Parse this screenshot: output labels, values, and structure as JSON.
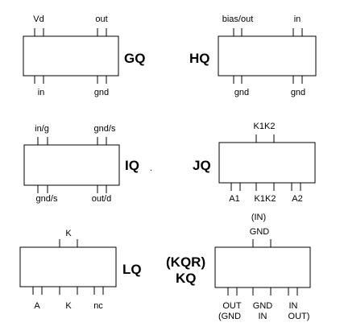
{
  "packages": [
    {
      "id": "gq",
      "name": "GQ",
      "top_labels": [
        "Vd",
        "out"
      ],
      "bottom_labels": [
        "in",
        "gnd"
      ]
    },
    {
      "id": "hq",
      "name": "HQ",
      "top_labels": [
        "bias/out",
        "in"
      ],
      "bottom_labels": [
        "gnd",
        "gnd"
      ]
    },
    {
      "id": "iq",
      "name": "IQ",
      "top_labels": [
        "in/g",
        "gnd/s"
      ],
      "bottom_labels": [
        "gnd/s",
        "out/d"
      ]
    },
    {
      "id": "jq",
      "name": "JQ",
      "top_labels": [
        "K1K2"
      ],
      "bottom_labels": [
        "A1",
        "K1K2",
        "A2"
      ]
    },
    {
      "id": "lq",
      "name": "LQ",
      "top_labels": [
        "K"
      ],
      "bottom_labels": [
        "A",
        "K",
        "nc"
      ]
    },
    {
      "id": "kq",
      "name": "KQ",
      "alt_name": "(KQR)",
      "top_labels": [
        "(IN)",
        "GND"
      ],
      "bottom_labels": [
        "OUT",
        "GND",
        "IN"
      ],
      "bottom_labels_alt": [
        "(GND",
        "IN",
        "OUT)"
      ]
    }
  ],
  "stray_mark": "."
}
